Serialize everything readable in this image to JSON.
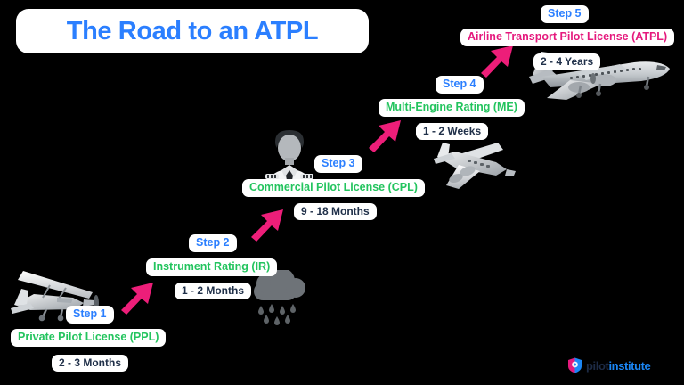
{
  "meta": {
    "background_color": "#000000",
    "accent_blue": "#2b7fff",
    "accent_green": "#23c45e",
    "accent_magenta": "#e5197d",
    "duration_text_color": "#203049",
    "pill_background": "#ffffff"
  },
  "header": {
    "title": "The Road to an ATPL"
  },
  "steps": [
    {
      "step_label": "Step 1",
      "license": "Private Pilot License (PPL)",
      "duration": "2 - 3 Months",
      "license_color": "#23c45e",
      "artwork": "single-engine-plane-icon"
    },
    {
      "step_label": "Step 2",
      "license": "Instrument Rating (IR)",
      "duration": "1 - 2 Months",
      "license_color": "#23c45e",
      "artwork": "rain-cloud-icon"
    },
    {
      "step_label": "Step 3",
      "license": "Commercial Pilot License (CPL)",
      "duration": "9 - 18 Months",
      "license_color": "#23c45e",
      "artwork": "pilot-figure-icon"
    },
    {
      "step_label": "Step 4",
      "license": "Multi-Engine Rating (ME)",
      "duration": "1 - 2 Weeks",
      "license_color": "#23c45e",
      "artwork": "twin-engine-plane-icon"
    },
    {
      "step_label": "Step 5",
      "license": "Airline Transport Pilot License (ATPL)",
      "duration": "2 - 4 Years",
      "license_color": "#e5197d",
      "artwork": "airliner-icon"
    }
  ],
  "arrows": {
    "count": 4,
    "color": "#ed1e79",
    "direction": "up-right"
  },
  "footer": {
    "logo_word_1": "pilot",
    "logo_word_2": "institute",
    "shield_left_color": "#e5197d",
    "shield_right_color": "#1b86f5"
  }
}
